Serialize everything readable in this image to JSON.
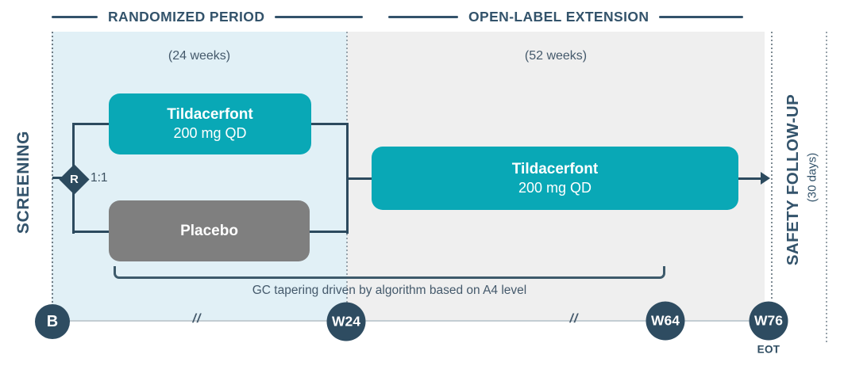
{
  "palette": {
    "teal": "#09A8B6",
    "navy": "#2E4C61",
    "header_slate": "#33536B",
    "placebo_gray": "#7F7F7F",
    "panel_blue": "#E1F0F6",
    "panel_gray": "#EFEFEF"
  },
  "header": {
    "randomized": "RANDOMIZED PERIOD",
    "open_label": "OPEN-LABEL EXTENSION"
  },
  "periods": {
    "randomized_duration": "(24 weeks)",
    "open_label_duration": "(52 weeks)"
  },
  "side_labels": {
    "left": "SCREENING",
    "right_title": "SAFETY FOLLOW-UP",
    "right_subtitle": "(30 days)"
  },
  "randomization": {
    "symbol": "R",
    "ratio": "1:1"
  },
  "boxes": {
    "randomized_tildacerfont": {
      "line1": "Tildacerfont",
      "line2": "200 mg QD"
    },
    "placebo": {
      "line1": "Placebo"
    },
    "ole_tildacerfont": {
      "line1": "Tildacerfont",
      "line2": "200 mg QD"
    }
  },
  "bracket_note": "GC tapering driven by algorithm based on A4 level",
  "timeline": {
    "break_mark": "//",
    "points": [
      {
        "label": "B"
      },
      {
        "label": "W24"
      },
      {
        "label": "W64"
      },
      {
        "label": "W76",
        "sublabel": "EOT"
      }
    ]
  }
}
